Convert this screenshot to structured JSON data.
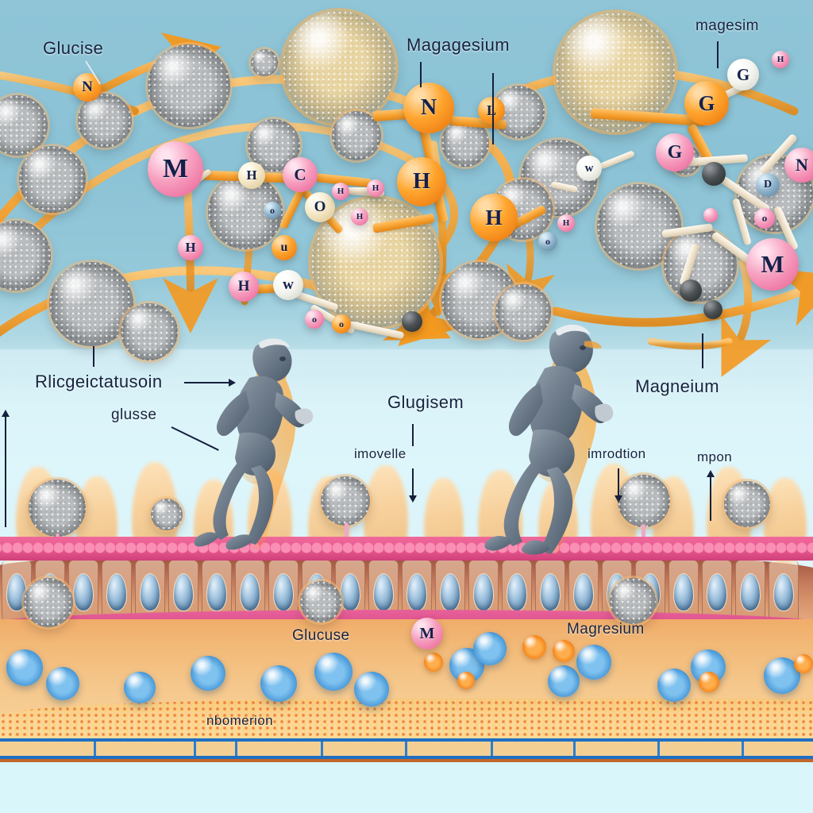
{
  "illustration": {
    "title": "Glucose and magnesium absorption across intestinal epithelium",
    "palette": {
      "sky_top": "#8fc5d7",
      "sky_mid": "#ddf6fb",
      "bond_orange": "#f6a12f",
      "atom_pink": "#ef7ba7",
      "atom_orange": "#f2881a",
      "brush_border_pink": "#e5558c",
      "submucosa_orange": "#f2b977",
      "vesicle_blue": "#4e9ddb",
      "vessel_blue": "#1f6fc4",
      "label_ink": "#17233f"
    }
  },
  "labels": {
    "top_band": [
      {
        "id": "glucise",
        "text": "Glucise"
      },
      {
        "id": "magagesium",
        "text": "Magagesium"
      },
      {
        "id": "magesim",
        "text": "magesim"
      }
    ],
    "mid_band": [
      {
        "id": "rlicgeictatusoin",
        "text": "Rlicgeictatusoin"
      },
      {
        "id": "glusse",
        "text": "glusse"
      },
      {
        "id": "glugisem",
        "text": "Glugisem"
      },
      {
        "id": "imovelle",
        "text": "imovelle"
      },
      {
        "id": "magneium",
        "text": "Magneium"
      },
      {
        "id": "imrodtion",
        "text": "imrodtion"
      },
      {
        "id": "mpon",
        "text": "mpon"
      }
    ],
    "tissue_band": [
      {
        "id": "glucuse",
        "text": "Glucuse"
      },
      {
        "id": "magresium",
        "text": "Magresium"
      },
      {
        "id": "nbomerion",
        "text": "nbomerion"
      }
    ]
  },
  "atoms": {
    "top_network": [
      {
        "id": "a-n-left",
        "symbol": "N",
        "color": "orange"
      },
      {
        "id": "a-m-pink",
        "symbol": "M",
        "color": "pink"
      },
      {
        "id": "a-h-cream",
        "symbol": "H",
        "color": "cream"
      },
      {
        "id": "a-c-pink",
        "symbol": "C",
        "color": "pink"
      },
      {
        "id": "a-o-small",
        "symbol": "o",
        "color": "blue"
      },
      {
        "id": "a-o-cream",
        "symbol": "O",
        "color": "cream"
      },
      {
        "id": "a-h-pink-1",
        "symbol": "H",
        "color": "pink"
      },
      {
        "id": "a-h-pink-2",
        "symbol": "H",
        "color": "pink"
      },
      {
        "id": "a-u-orange",
        "symbol": "u",
        "color": "orange"
      },
      {
        "id": "a-w-white",
        "symbol": "w",
        "color": "white"
      },
      {
        "id": "a-n-center",
        "symbol": "N",
        "color": "orange"
      },
      {
        "id": "a-l-center",
        "symbol": "L",
        "color": "orange"
      },
      {
        "id": "a-h-center1",
        "symbol": "H",
        "color": "orange"
      },
      {
        "id": "a-h-center2",
        "symbol": "H",
        "color": "orange"
      },
      {
        "id": "a-o-right",
        "symbol": "o",
        "color": "orange"
      },
      {
        "id": "a-g-white",
        "symbol": "G",
        "color": "white"
      },
      {
        "id": "a-g-orange",
        "symbol": "G",
        "color": "orange"
      },
      {
        "id": "a-g-pink",
        "symbol": "G",
        "color": "pink"
      },
      {
        "id": "a-n-right",
        "symbol": "N",
        "color": "pink"
      },
      {
        "id": "a-d-blue",
        "symbol": "D",
        "color": "blue"
      },
      {
        "id": "a-o-edge",
        "symbol": "o",
        "color": "pink"
      },
      {
        "id": "a-m-right",
        "symbol": "M",
        "color": "pink"
      }
    ],
    "tissue": [
      {
        "id": "a-m-tissue",
        "symbol": "M",
        "color": "pink"
      }
    ]
  },
  "figures": [
    {
      "id": "runner-left",
      "name": "running-human-figure-left"
    },
    {
      "id": "runner-right",
      "name": "running-human-figure-right"
    }
  ],
  "layers": [
    {
      "id": "lumen",
      "name": "Intestinal lumen with villi"
    },
    {
      "id": "epithelium",
      "name": "Epithelial cell layer with brush border"
    },
    {
      "id": "submucosa",
      "name": "Submucosa with vesicles"
    },
    {
      "id": "vessel",
      "name": "Capillary / blood vessel band"
    }
  ]
}
